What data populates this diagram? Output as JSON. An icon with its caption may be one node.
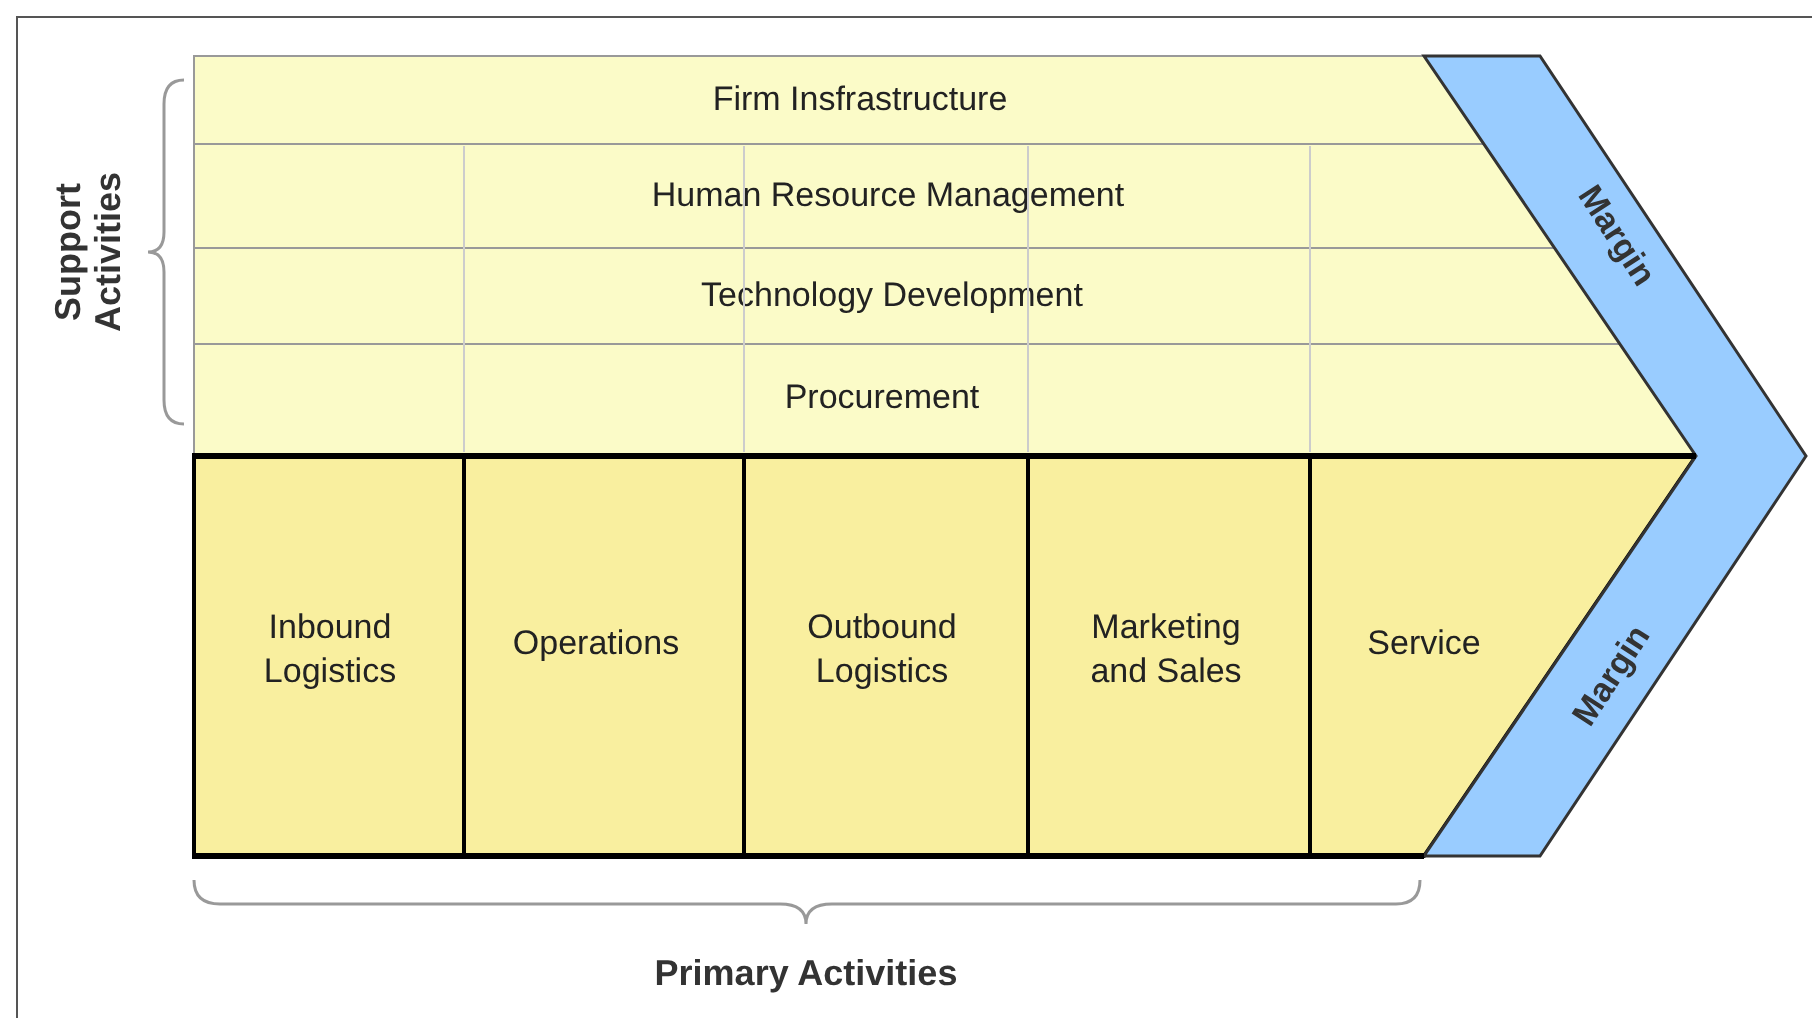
{
  "diagram": {
    "nodes": [
      {
        "text": [
          "Firm Insfrastructure"
        ]
      },
      {
        "text": [
          "Human Resource Management"
        ]
      },
      {
        "text": [
          "Technology Development"
        ]
      },
      {
        "text": [
          "Procurement"
        ]
      },
      {
        "text": [
          "Inbound Logistics"
        ]
      },
      {
        "text": [
          "Operations"
        ]
      },
      {
        "text": [
          "Outbound Logistics"
        ]
      },
      {
        "text": [
          "Marketing and Sales"
        ]
      },
      {
        "text": [
          "Service"
        ]
      },
      {
        "text": [
          "Margin",
          "Margin"
        ]
      }
    ],
    "labels": [
      "Support Activities",
      "Primary Activities"
    ]
  }
}
